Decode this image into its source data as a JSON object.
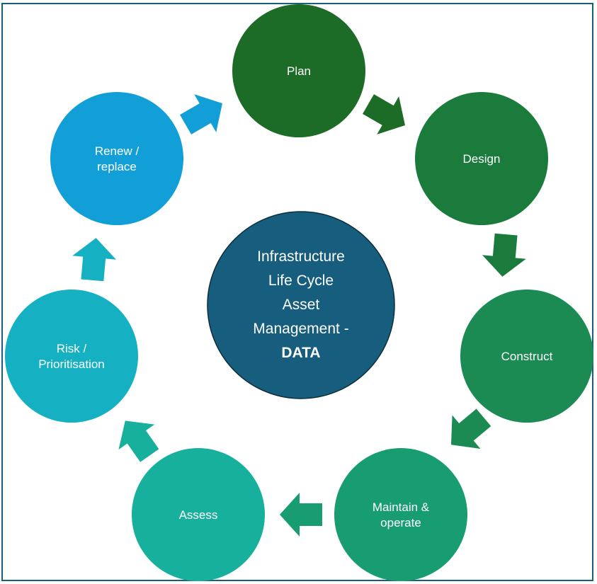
{
  "diagram": {
    "title": "Infrastructure Life Cycle Asset Management - DATA",
    "center": {
      "lines": [
        "Infrastructure",
        "Life Cycle",
        "Asset",
        "Management -",
        "DATA"
      ],
      "bold_line_index": 4,
      "color": "#175e7e"
    },
    "stages": [
      {
        "id": "plan",
        "lines": [
          "Plan"
        ],
        "color": "#1c6b27"
      },
      {
        "id": "design",
        "lines": [
          "Design"
        ],
        "color": "#1b7b3d"
      },
      {
        "id": "construct",
        "lines": [
          "Construct"
        ],
        "color": "#1b8a53"
      },
      {
        "id": "maintain",
        "lines": [
          "Maintain &",
          "operate"
        ],
        "color": "#189c72"
      },
      {
        "id": "assess",
        "lines": [
          "Assess"
        ],
        "color": "#17b09d"
      },
      {
        "id": "risk",
        "lines": [
          "Risk /",
          "Prioritisation"
        ],
        "color": "#15b1c2"
      },
      {
        "id": "renew",
        "lines": [
          "Renew /",
          "replace"
        ],
        "color": "#129fd8"
      }
    ],
    "flow_direction": "clockwise",
    "frame_color": "#1a5f7a"
  }
}
